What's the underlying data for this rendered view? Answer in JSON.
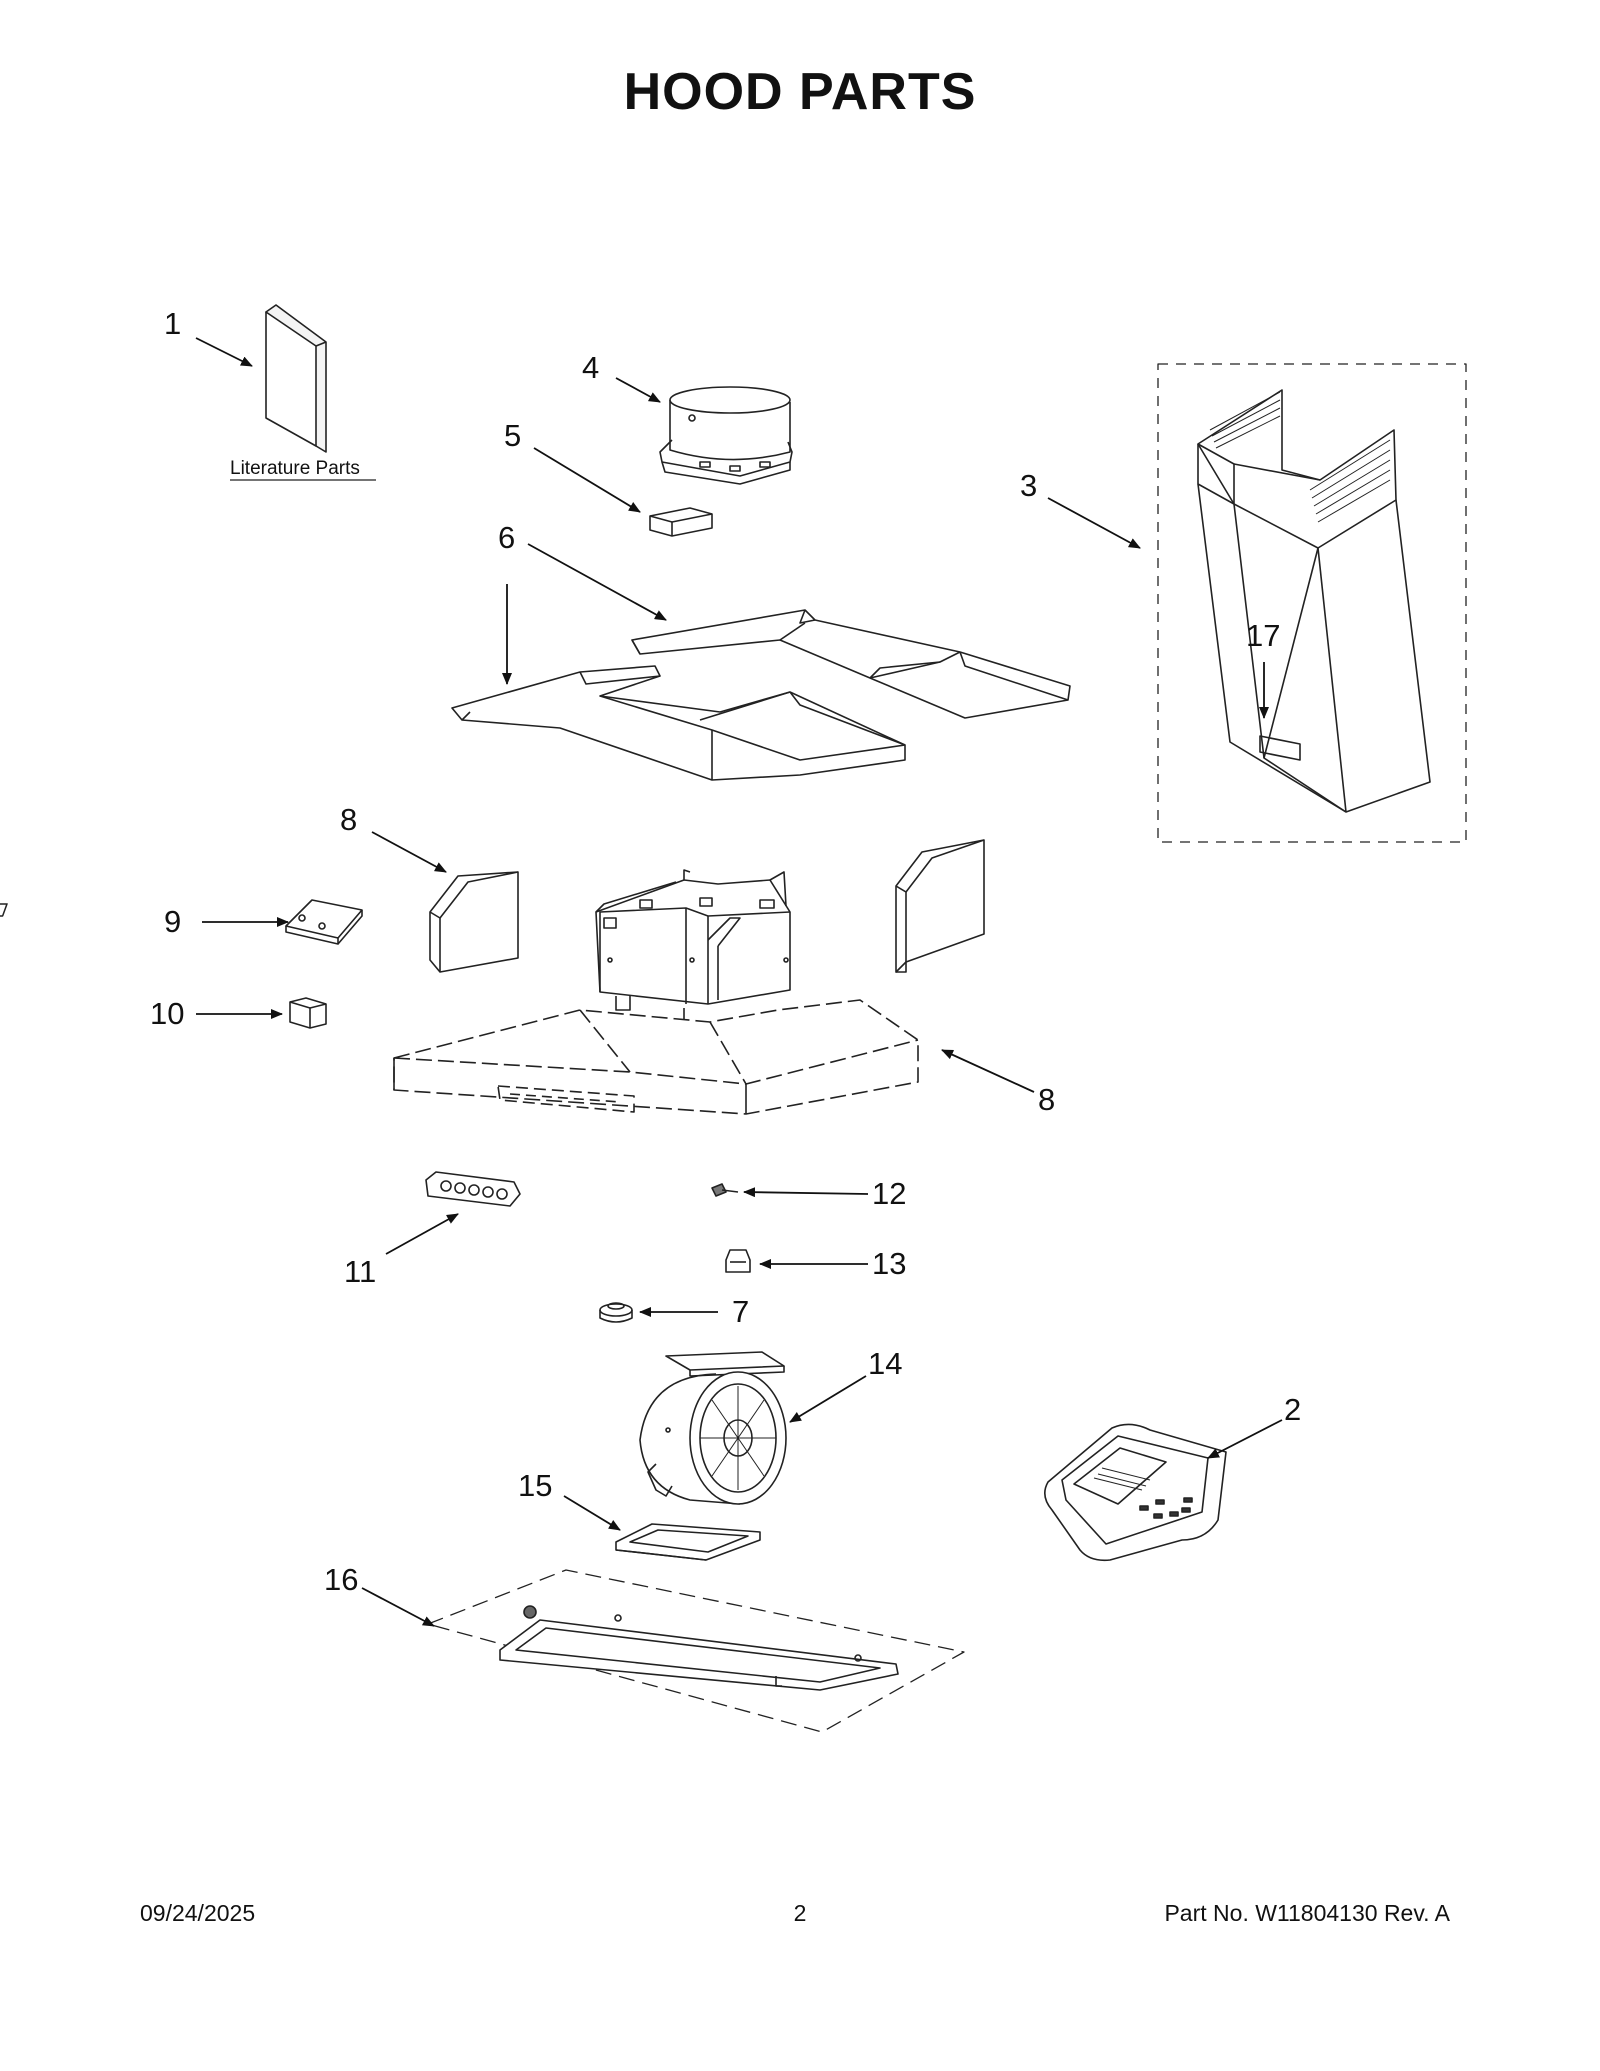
{
  "title": "HOOD PARTS",
  "literature_label": "Literature Parts",
  "callouts": {
    "c1": "1",
    "c2": "2",
    "c3": "3",
    "c4": "4",
    "c5": "5",
    "c6a": "6",
    "c6b": "6",
    "c7": "7",
    "c8a": "8",
    "c8b": "8",
    "c9": "9",
    "c10": "10",
    "c11": "11",
    "c12": "12",
    "c13": "13",
    "c14": "14",
    "c15": "15",
    "c16": "16",
    "c17": "17"
  },
  "footer": {
    "date": "09/24/2025",
    "page": "2",
    "part_no": "Part No.  W11804130  Rev.  A"
  }
}
